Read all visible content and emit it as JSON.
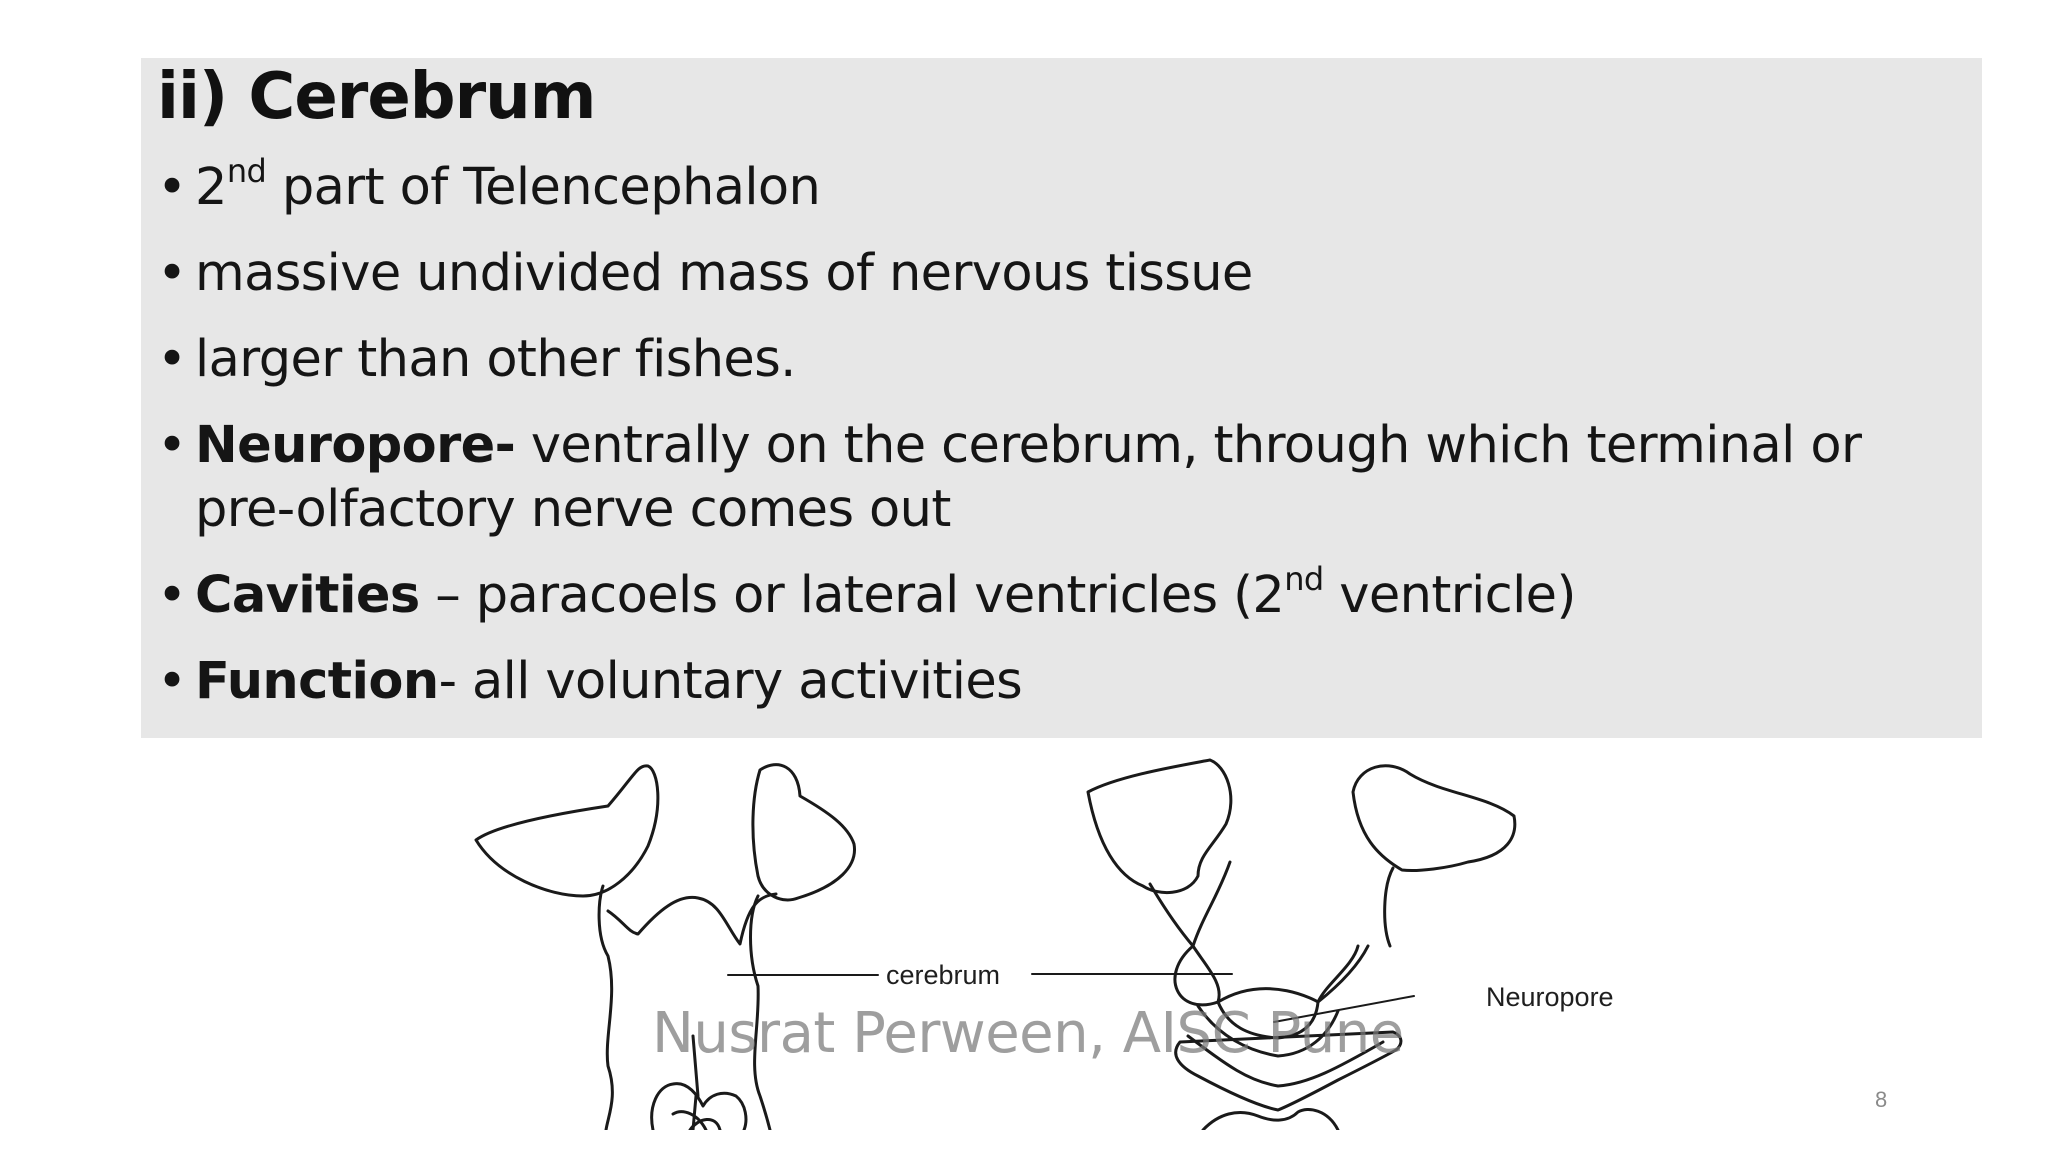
{
  "slide": {
    "title": "ii) Cerebrum",
    "bullets": [
      {
        "pre_bold": "",
        "pre": "2",
        "sup": "nd",
        "post": " part of Telencephalon"
      },
      {
        "pre_bold": "",
        "pre": "massive undivided mass of nervous tissue",
        "sup": "",
        "post": ""
      },
      {
        "pre_bold": "",
        "pre": "larger than other fishes.",
        "sup": "",
        "post": ""
      },
      {
        "pre_bold": "Neuropore-",
        "pre": " ventrally on the cerebrum, through which terminal or pre-olfactory nerve comes out",
        "sup": "",
        "post": ""
      },
      {
        "pre_bold": "Cavities",
        "pre": " – paracoels or lateral ventricles (2",
        "sup": "nd",
        "post": " ventricle)"
      },
      {
        "pre_bold": "Function",
        "pre": "- all voluntary activities",
        "sup": "",
        "post": ""
      }
    ],
    "bullet_symbol": "•",
    "figure": {
      "label_cerebrum": "cerebrum",
      "label_neuropore": "Neuropore"
    },
    "watermark": "Nusrat Perween, AISC Pune",
    "page_number": "8"
  },
  "colors": {
    "content_box_bg": "#e7e7e7",
    "text": "#151515",
    "watermark": "#8a8a8a"
  }
}
